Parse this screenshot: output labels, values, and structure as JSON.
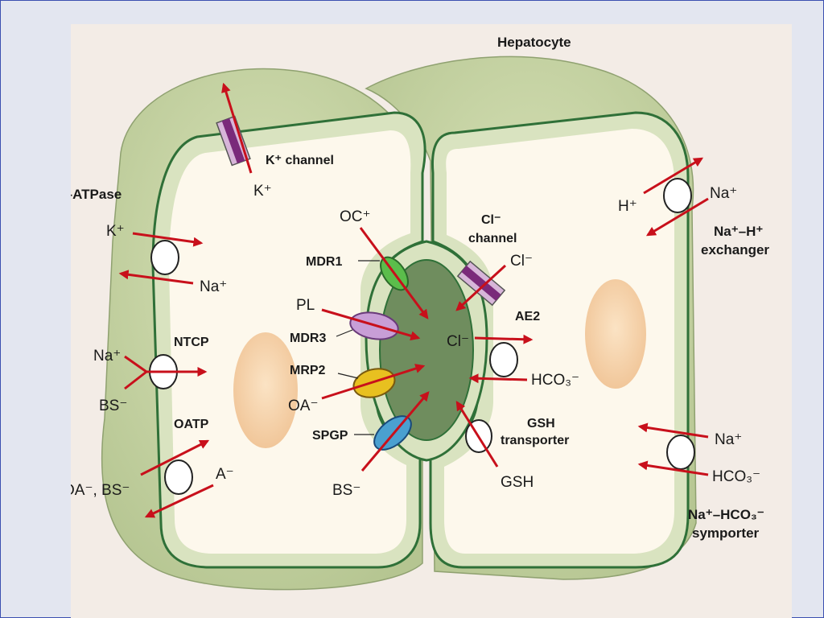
{
  "title": "Hepatocyte",
  "labels": {
    "na_k_atpase": "Na⁺/K⁺–ATPase",
    "na_k_atpase_k": "K⁺",
    "na_k_atpase_na": "Na⁺",
    "k_channel": "K⁺ channel",
    "k_channel_k": "K⁺",
    "ntcp": "NTCP",
    "ntcp_na": "Na⁺",
    "ntcp_bs": "BS⁻",
    "oatp": "OATP",
    "oatp_in": "OA⁻, BS⁻",
    "oatp_out": "A⁻",
    "oc": "OC⁺",
    "mdr1": "MDR1",
    "pl": "PL",
    "mdr3": "MDR3",
    "mrp2": "MRP2",
    "oa": "OA⁻",
    "spgp": "SPGP",
    "bs_canal": "BS⁻",
    "cl_channel_1": "Cl⁻",
    "cl_channel_2": "channel",
    "cl_channel_cl": "Cl⁻",
    "ae2": "AE2",
    "lumen_cl": "Cl⁻",
    "hco3_ae2": "HCO₃⁻",
    "gsh_t_1": "GSH",
    "gsh_t_2": "transporter",
    "gsh": "GSH",
    "na_h_h": "H⁺",
    "na_h_na": "Na⁺",
    "na_h_ex_1": "Na⁺–H⁺",
    "na_h_ex_2": "exchanger",
    "symp_na": "Na⁺",
    "symp_hco3": "HCO₃⁻",
    "symp_1": "Na⁺–HCO₃⁻",
    "symp_2": "symporter"
  },
  "colors": {
    "cell_outer": "#cbd6a8",
    "cell_border": "#3a7a40",
    "cytoplasm": "#fdf8ec",
    "nucleus": "#f5cfa2",
    "lumen": "#6c8c5c",
    "arrow": "#c8101b",
    "mdr1": "#5bbd4b",
    "mdr3": "#c89ed6",
    "mrp2": "#e8c020",
    "spgp": "#4aa0d0",
    "channel": "#8a3a8a"
  },
  "icons": {
    "k_channel": "ion-channel-icon",
    "cl_channel": "ion-channel-icon",
    "transporters": "circle-transporter-icon"
  }
}
